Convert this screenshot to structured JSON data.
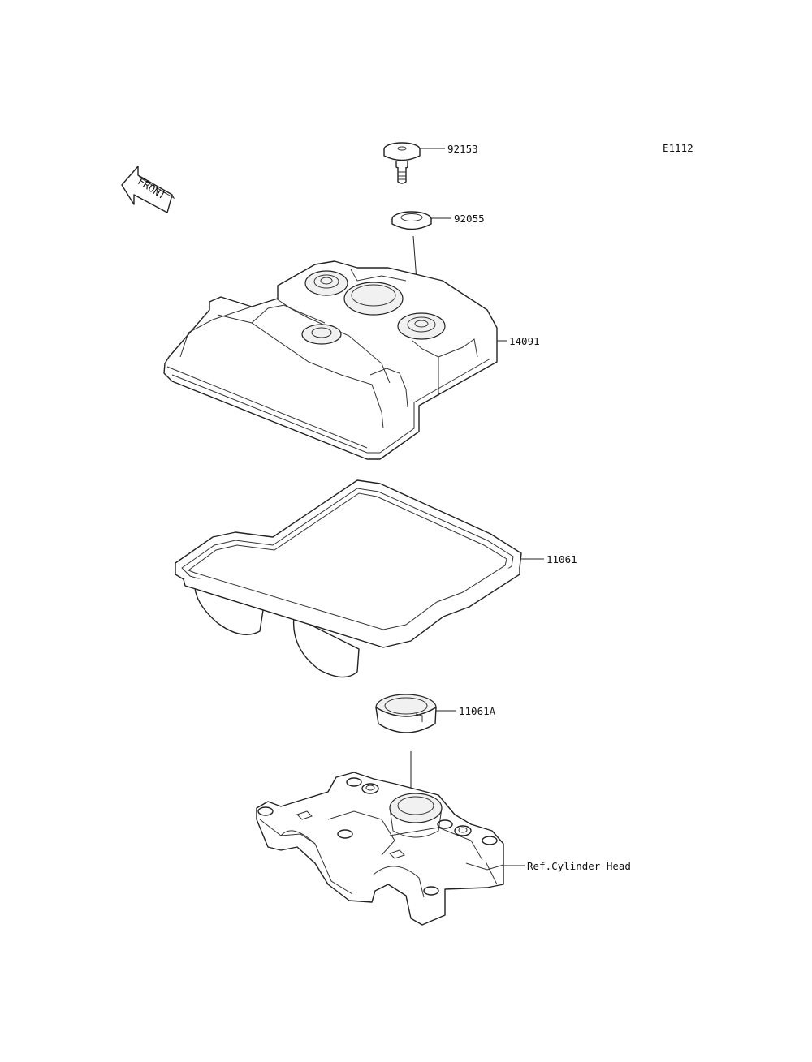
{
  "diagram": {
    "code": "E1112",
    "front_label": "FRONT",
    "parts": [
      {
        "id": "bolt",
        "number": "92153"
      },
      {
        "id": "grommet",
        "number": "92055"
      },
      {
        "id": "cover",
        "number": "14091"
      },
      {
        "id": "gasket",
        "number": "11061"
      },
      {
        "id": "plug-seal",
        "number": "11061A"
      },
      {
        "id": "cylinder-head",
        "number": "Ref.Cylinder Head"
      }
    ]
  }
}
